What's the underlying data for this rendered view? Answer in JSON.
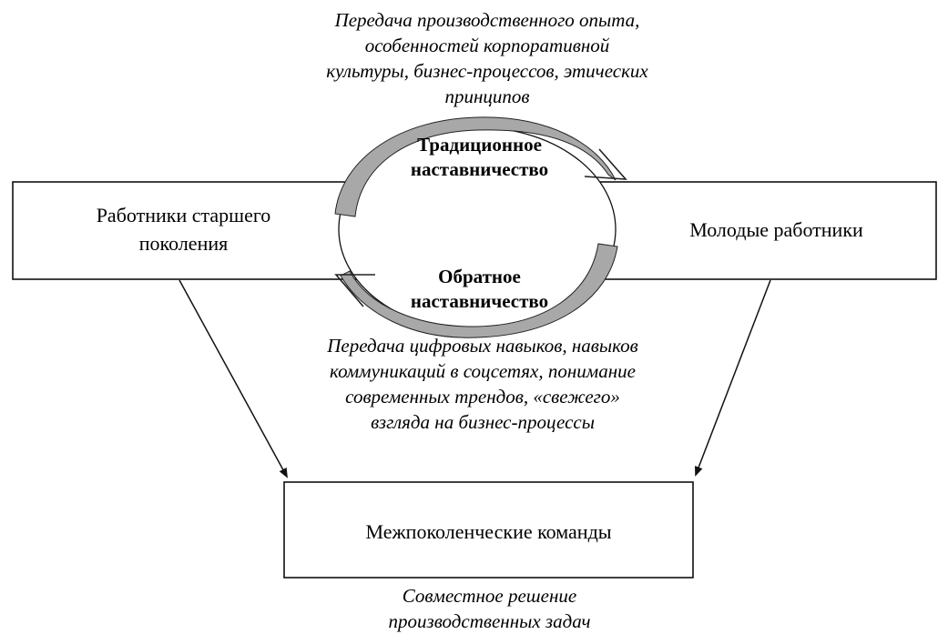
{
  "notes": {
    "top": "Передача производственного опыта,\nособенностей корпоративной\nкультуры, бизнес-процессов, этических\nпринципов",
    "middle": "Передача цифровых навыков, навыков\nкоммуникаций в соцсетях, понимание\nсовременных трендов, «свежего»\nвзгляда на бизнес-процессы",
    "bottom": "Совместное решение\nпроизводственных задач"
  },
  "boxes": {
    "left": "Работники старшего\nпоколения",
    "right": "Молодые работники",
    "teams": "Межпоколенческие команды"
  },
  "cycle": {
    "traditional": "Традиционное\nнаставничество",
    "reverse": "Обратное\nнаставничество"
  },
  "colors": {
    "stroke": "#111111",
    "arrow_gray": "#a8a8a8",
    "background": "#ffffff"
  }
}
